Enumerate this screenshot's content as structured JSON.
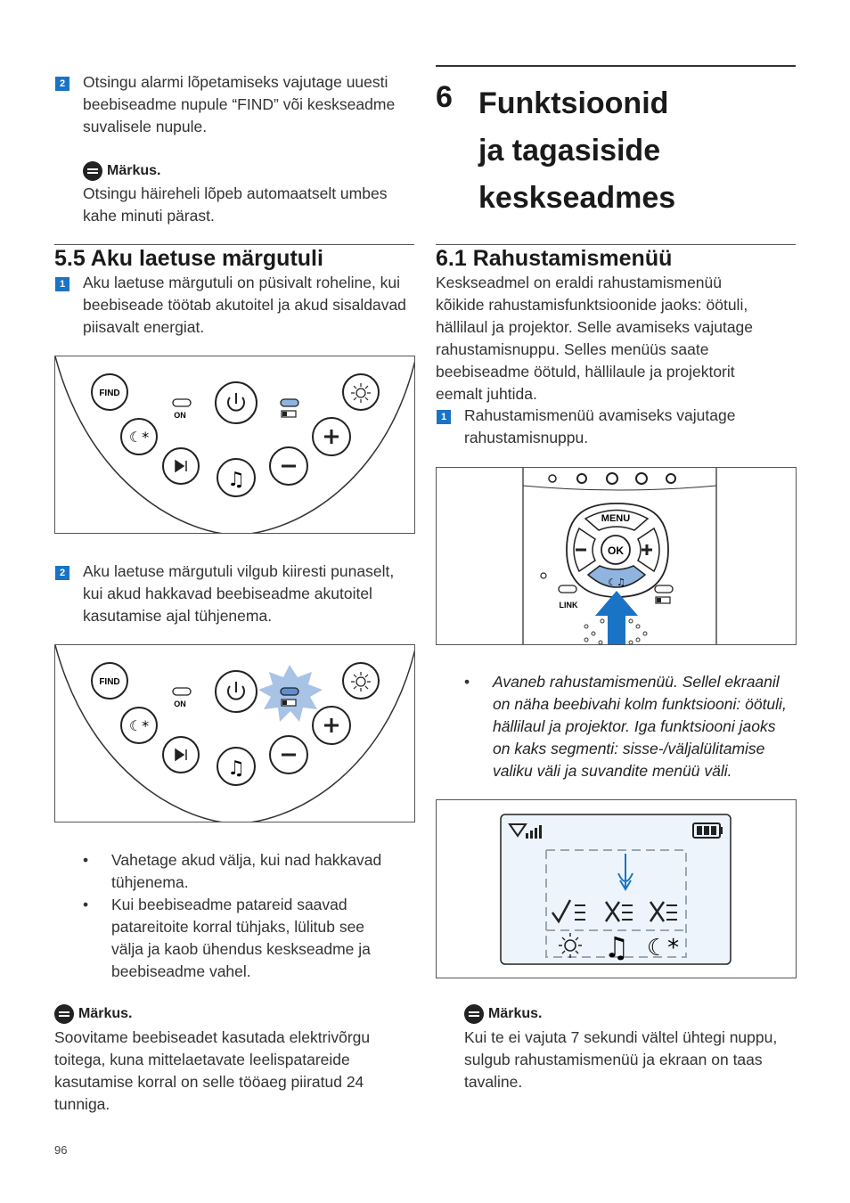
{
  "left": {
    "step2_top": {
      "num": "2",
      "text": "Otsingu alarmi lõpetamiseks vajutage uuesti beebiseadme nupule “FIND” või keskseadme suvalisele nupule."
    },
    "note1": {
      "title": "Märkus.",
      "text": "Otsingu häireheli lõpeb automaatselt umbes kahe minuti pärast."
    },
    "section": {
      "title": "5.5 Aku laetuse märgutuli"
    },
    "step1": {
      "num": "1",
      "text": "Aku laetuse märgutuli on püsivalt roheline, kui beebiseade töötab akutoitel ja akud sisaldavad piisavalt energiat."
    },
    "step2": {
      "num": "2",
      "text": "Aku laetuse märgutuli vilgub kiiresti punaselt, kui akud hakkavad beebiseadme akutoitel kasutamise ajal tühjenema."
    },
    "device": {
      "find_label": "FIND",
      "on_label": "ON"
    },
    "bullets": [
      "Vahetage akud välja, kui nad hakkavad tühjenema.",
      "Kui beebiseadme patareid saavad patareitoite korral tühjaks, lülitub see välja ja kaob ühendus keskseadme ja beebiseadme vahel."
    ],
    "note2": {
      "title": "Märkus.",
      "text": " Soovitame beebiseadet kasutada elektrivõrgu toitega, kuna mittelaetavate leelispatareide kasutamise korral on selle tööaeg piiratud 24 tunniga."
    },
    "page_number": "96"
  },
  "right": {
    "chapter": {
      "number": "6",
      "title_line1": "Funktsioonid",
      "title_line2": "ja tagasiside",
      "title_line3": "keskseadmes"
    },
    "section": {
      "title": "6.1 Rahustamismenüü"
    },
    "intro": "Keskseadmel on eraldi rahustamismenüü kõikide rahustamisfunktsioonide jaoks: öötuli, hällilaul ja projektor. Selle avamiseks vajutage rahustamisnuppu. Selles menüüs saate beebiseadme öötuld, hällilaule ja projektorit eemalt juhtida.",
    "step1": {
      "num": "1",
      "text": "Rahustamismenüü avamiseks vajutage rahustamisnuppu."
    },
    "parent_unit": {
      "menu_label": "MENU",
      "ok_label": "OK",
      "link_label": "LINK"
    },
    "result": "Avaneb rahustamismenüü. Sellel ekraanil on näha beebivahi kolm funktsiooni: öötuli, hällilaul ja projektor. Iga funktsiooni jaoks on kaks segmenti: sisse-/väljalülitamise valiku väli ja suvandite menüü väli.",
    "note": {
      "title": "Märkus.",
      "text": "Kui te ei vajuta 7 sekundi vältel ühtegi nuppu, sulgub rahustamismenüü ja ekraan on taas tavaline."
    }
  },
  "colors": {
    "accent": "#1a73c4",
    "led_blue": "#8fb4e0",
    "glow": "#a9c3e6",
    "screen_bg": "#eef4fb"
  }
}
